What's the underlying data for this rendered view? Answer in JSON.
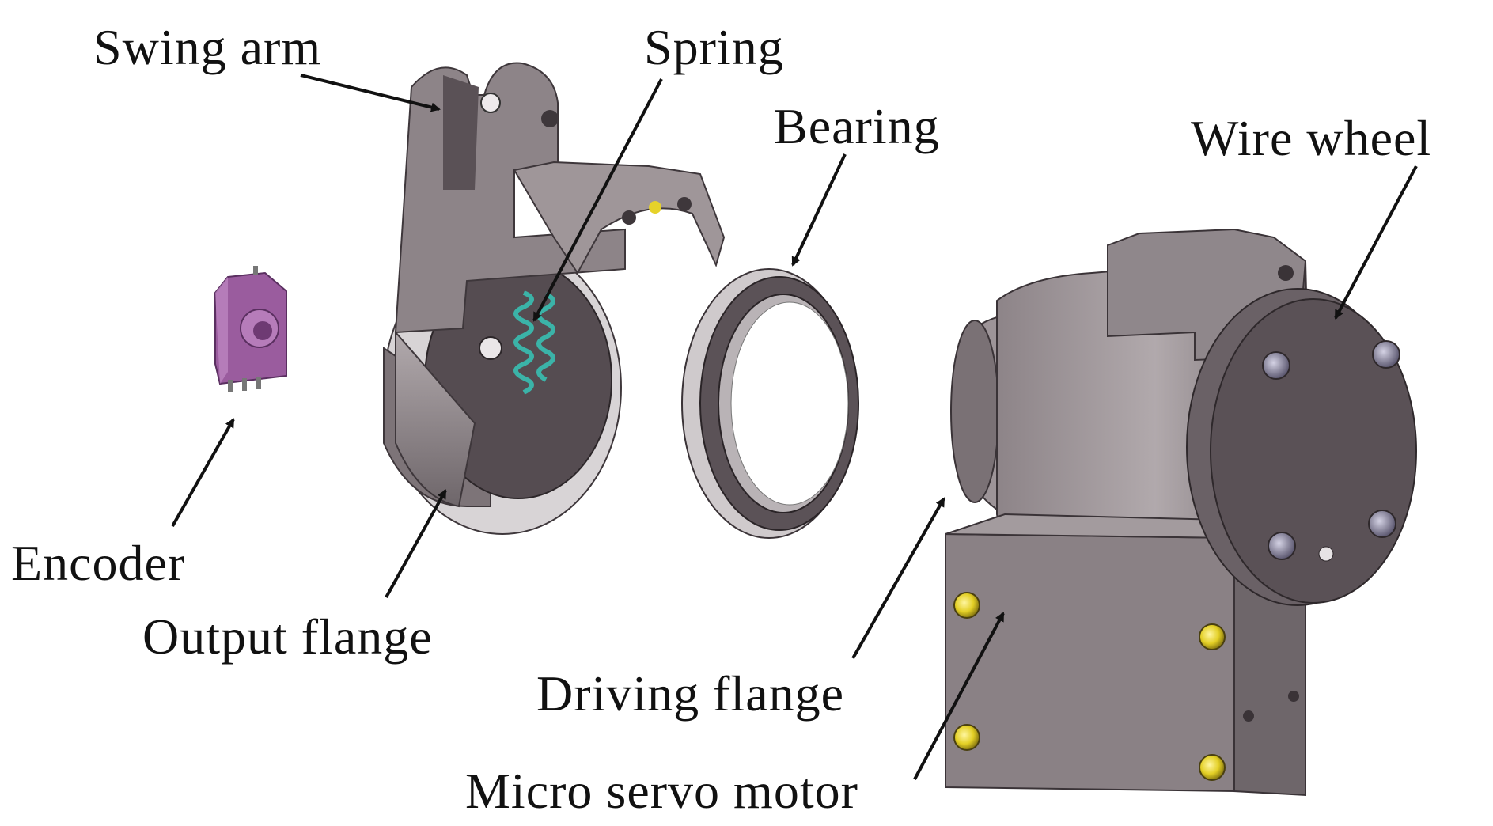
{
  "labels": {
    "swing_arm": "Swing arm",
    "spring": "Spring",
    "bearing": "Bearing",
    "wire_wheel": "Wire wheel",
    "encoder": "Encoder",
    "output_flange": "Output flange",
    "driving_flange": "Driving flange",
    "micro_servo_motor": "Micro servo motor"
  },
  "colors": {
    "metal_light": "#a39b9e",
    "metal_mid": "#7d7478",
    "metal_dark": "#4a4246",
    "encoder": "#9a5c9e",
    "spring": "#3bb3a8",
    "screw": "#e6d22a"
  }
}
